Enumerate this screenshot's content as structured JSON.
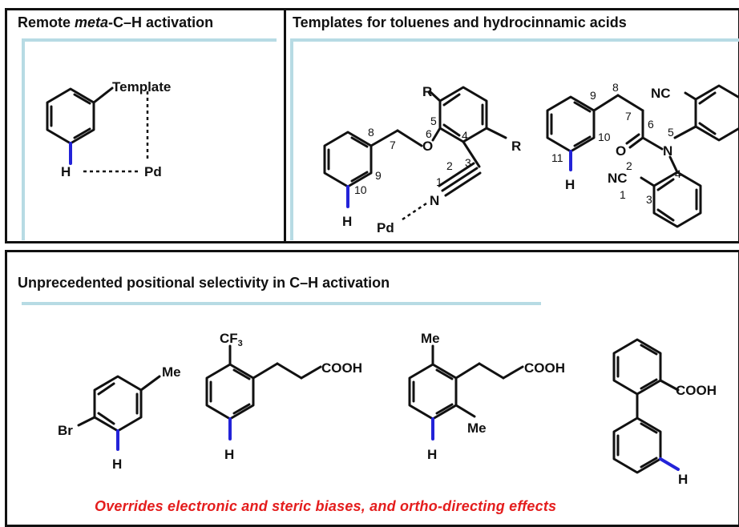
{
  "top_left": {
    "title_pre": "Remote ",
    "title_em": "meta",
    "title_post": "-C–H activation"
  },
  "top_right": {
    "title": "Templates for toluenes and hydrocinnamic acids"
  },
  "bottom": {
    "title": "Unprecedented positional selectivity in C–H activation",
    "footnote": "Overrides electronic and steric biases, and ortho-directing effects"
  },
  "labels": {
    "template": "Template",
    "pd": "Pd",
    "h": "H",
    "r": "R",
    "o": "O",
    "n": "N",
    "nc": "NC",
    "me": "Me",
    "br": "Br",
    "cooh": "COOH",
    "cf": "CF",
    "three": "3"
  },
  "numbering": {
    "t1": [
      "1",
      "2",
      "3",
      "4",
      "5",
      "6",
      "7",
      "8",
      "9",
      "10"
    ],
    "t2": [
      "1",
      "2",
      "3",
      "4",
      "5",
      "6",
      "7",
      "8",
      "9",
      "10",
      "11"
    ]
  },
  "colors": {
    "highlight_bond": "#2323d8",
    "footnote": "#e41d1d",
    "accent_line": "#b7dbe4"
  }
}
